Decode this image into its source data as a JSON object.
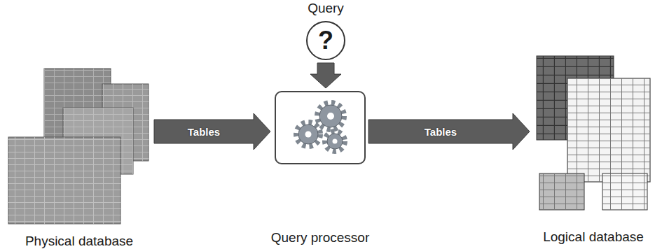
{
  "diagram": {
    "nodes": [
      {
        "text": [
          "Query",
          "?"
        ]
      },
      {
        "text": [
          "Physical database"
        ]
      },
      {
        "text": [
          "Query processor"
        ]
      },
      {
        "text": [
          "Logical database"
        ]
      }
    ],
    "edges": [
      {
        "from": 0,
        "to": 2,
        "arrow": "to"
      },
      {
        "from": 1,
        "to": 2,
        "label": "Tables",
        "arrow": "to"
      },
      {
        "from": 2,
        "to": 3,
        "label": "Tables",
        "arrow": "to"
      }
    ]
  }
}
